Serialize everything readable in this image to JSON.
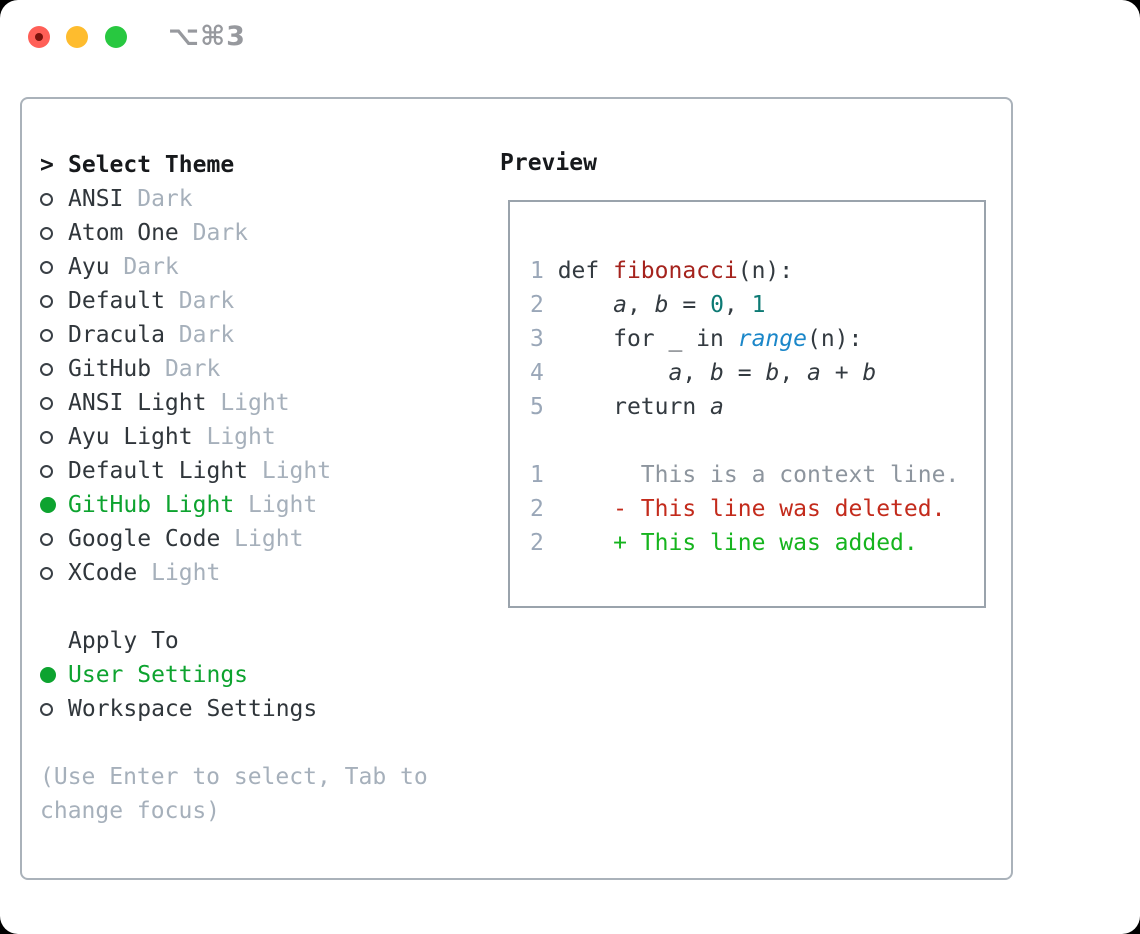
{
  "titlebar": {
    "shortcut_label": "⌥⌘3"
  },
  "theme_panel": {
    "title": "Select Theme",
    "title_caret": ">",
    "themes": [
      {
        "name": "ANSI",
        "variant": "Dark",
        "selected": false
      },
      {
        "name": "Atom One",
        "variant": "Dark",
        "selected": false
      },
      {
        "name": "Ayu",
        "variant": "Dark",
        "selected": false
      },
      {
        "name": "Default",
        "variant": "Dark",
        "selected": false
      },
      {
        "name": "Dracula",
        "variant": "Dark",
        "selected": false
      },
      {
        "name": "GitHub",
        "variant": "Dark",
        "selected": false
      },
      {
        "name": "ANSI Light",
        "variant": "Light",
        "selected": false
      },
      {
        "name": "Ayu Light",
        "variant": "Light",
        "selected": false
      },
      {
        "name": "Default Light",
        "variant": "Light",
        "selected": false
      },
      {
        "name": "GitHub Light",
        "variant": "Light",
        "selected": true
      },
      {
        "name": "Google Code",
        "variant": "Light",
        "selected": false
      },
      {
        "name": "XCode",
        "variant": "Light",
        "selected": false
      }
    ],
    "apply_to": {
      "title": "Apply To",
      "options": [
        {
          "name": "User Settings",
          "selected": true
        },
        {
          "name": "Workspace Settings",
          "selected": false
        }
      ]
    },
    "help_text": "(Use Enter to select, Tab to change focus)"
  },
  "preview": {
    "title": "Preview",
    "lines": [
      {
        "num": "1",
        "tokens": [
          {
            "t": "def ",
            "c": "plain"
          },
          {
            "t": "fibonacci",
            "c": "func"
          },
          {
            "t": "(n):",
            "c": "plain"
          }
        ]
      },
      {
        "num": "2",
        "tokens": [
          {
            "t": "    ",
            "c": "plain"
          },
          {
            "t": "a",
            "c": "var"
          },
          {
            "t": ", ",
            "c": "plain"
          },
          {
            "t": "b",
            "c": "var"
          },
          {
            "t": " = ",
            "c": "plain"
          },
          {
            "t": "0",
            "c": "num"
          },
          {
            "t": ", ",
            "c": "plain"
          },
          {
            "t": "1",
            "c": "num"
          }
        ]
      },
      {
        "num": "3",
        "tokens": [
          {
            "t": "    for _ in ",
            "c": "plain"
          },
          {
            "t": "range",
            "c": "builtin"
          },
          {
            "t": "(n):",
            "c": "plain"
          }
        ]
      },
      {
        "num": "4",
        "tokens": [
          {
            "t": "        ",
            "c": "plain"
          },
          {
            "t": "a",
            "c": "var"
          },
          {
            "t": ", ",
            "c": "plain"
          },
          {
            "t": "b",
            "c": "var"
          },
          {
            "t": " = ",
            "c": "plain"
          },
          {
            "t": "b",
            "c": "var"
          },
          {
            "t": ", ",
            "c": "plain"
          },
          {
            "t": "a",
            "c": "var"
          },
          {
            "t": " + ",
            "c": "plain"
          },
          {
            "t": "b",
            "c": "var"
          }
        ]
      },
      {
        "num": "5",
        "tokens": [
          {
            "t": "    return ",
            "c": "plain"
          },
          {
            "t": "a",
            "c": "var"
          }
        ]
      },
      {
        "num": "",
        "tokens": []
      },
      {
        "num": "1",
        "tokens": [
          {
            "t": "      This is a context line.",
            "c": "ctx"
          }
        ]
      },
      {
        "num": "2",
        "tokens": [
          {
            "t": "    ",
            "c": "plain"
          },
          {
            "t": "- This line was deleted.",
            "c": "del"
          }
        ]
      },
      {
        "num": "2",
        "tokens": [
          {
            "t": "    ",
            "c": "plain"
          },
          {
            "t": "+ This line was added.",
            "c": "add"
          }
        ]
      }
    ]
  },
  "colors": {
    "accent_green": "#0da32f",
    "text_primary": "#30363b",
    "text_muted": "#a6b0bb",
    "header_black": "#17191c",
    "border_gray": "#aab2ba",
    "preview_border": "#9aa3ac",
    "line_number": "#9aa7b8",
    "code_plain": "#333a40",
    "code_function_red": "#a5231d",
    "code_number_teal": "#0d7a74",
    "code_builtin_blue": "#1b87c9",
    "diff_context_gray": "#8d959e",
    "diff_deleted_red": "#c32b1c",
    "diff_added_green": "#16b41e",
    "traffic_red": "#ff5f57",
    "traffic_yellow": "#febc2e",
    "traffic_green": "#28c840",
    "titlebar_text": "#97999e"
  }
}
